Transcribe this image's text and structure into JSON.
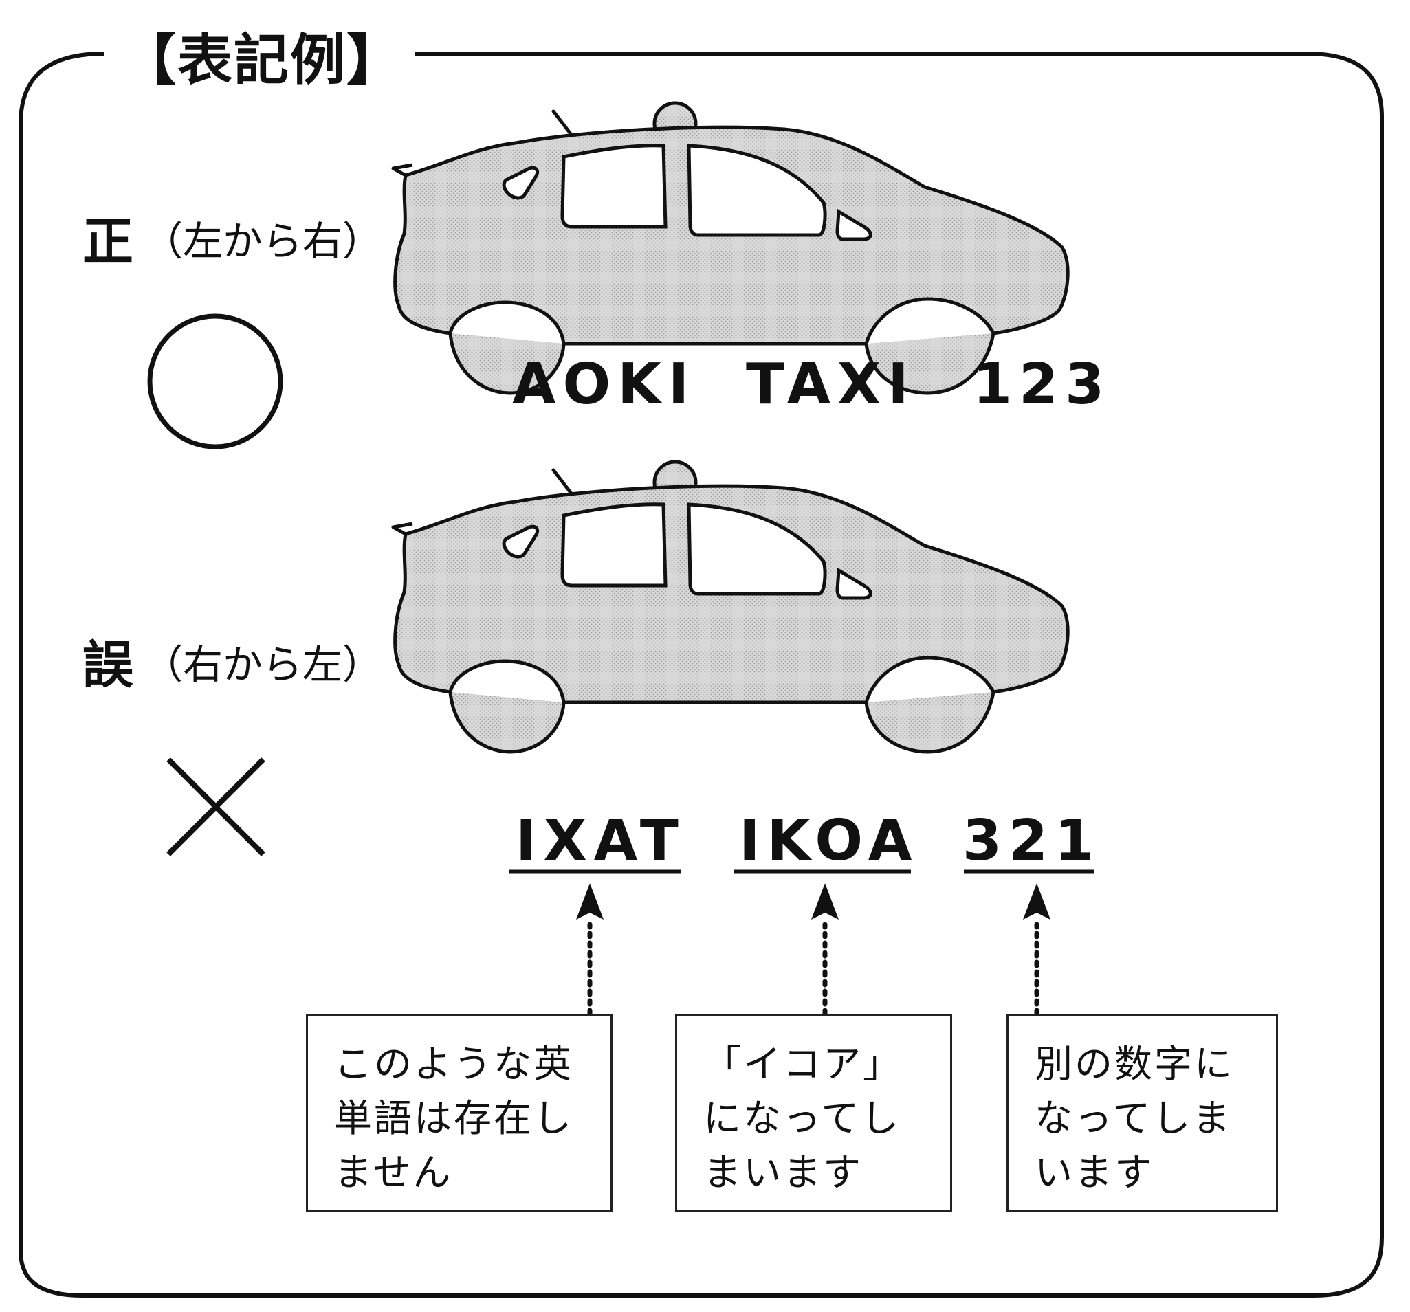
{
  "frame": {
    "title": "【表記例】"
  },
  "correct": {
    "heading": "正",
    "direction": "（左から右）",
    "mark_icon": "circle-mark-icon",
    "words": [
      "AOKI",
      "TAXI",
      "123"
    ]
  },
  "wrong": {
    "heading": "誤",
    "direction": "（右から左）",
    "mark_icon": "cross-mark-icon",
    "words": [
      "IXAT",
      "IKOA",
      "321"
    ],
    "notes": [
      "このような英単語は存在しません",
      "「イコア」になってしまいます",
      "別の数字になってしまいます"
    ]
  },
  "colors": {
    "car_fill": "#d4d4d4",
    "line": "#111111",
    "background": "#ffffff"
  }
}
